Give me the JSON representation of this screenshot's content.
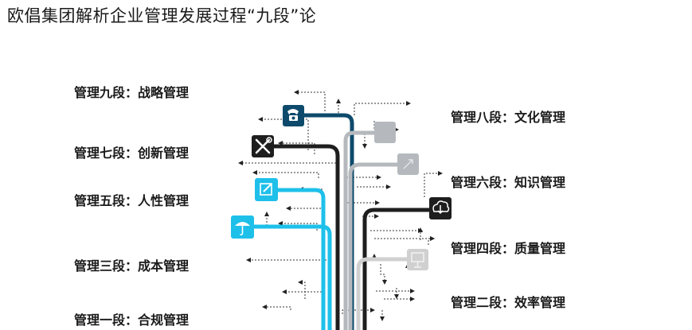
{
  "title": "欧倡集团解析企业管理发展过程“九段”论",
  "stages": {
    "s9": "管理九段：战略管理",
    "s8": "管理八段：文化管理",
    "s7": "管理七段：创新管理",
    "s6": "管理六段：知识管理",
    "s5": "管理五段：人性管理",
    "s4": "管理四段：质量管理",
    "s3": "管理三段：成本管理",
    "s2": "管理二段：效率管理",
    "s1": "管理一段：合规管理"
  },
  "colors": {
    "navy": "#0d4a6b",
    "black": "#1e1e1e",
    "gray": "#b5b9be",
    "cyan": "#1ec0ea",
    "lightgray": "#d0d0d0"
  },
  "icons": {
    "s9": "telephone-icon",
    "s8": "blank-square-icon",
    "s7": "tools-icon",
    "s6": "arrow-square-icon",
    "s5": "edit-icon",
    "s4": "cloud-download-icon",
    "s3": "umbrella-icon",
    "s2": "presentation-board-icon"
  }
}
